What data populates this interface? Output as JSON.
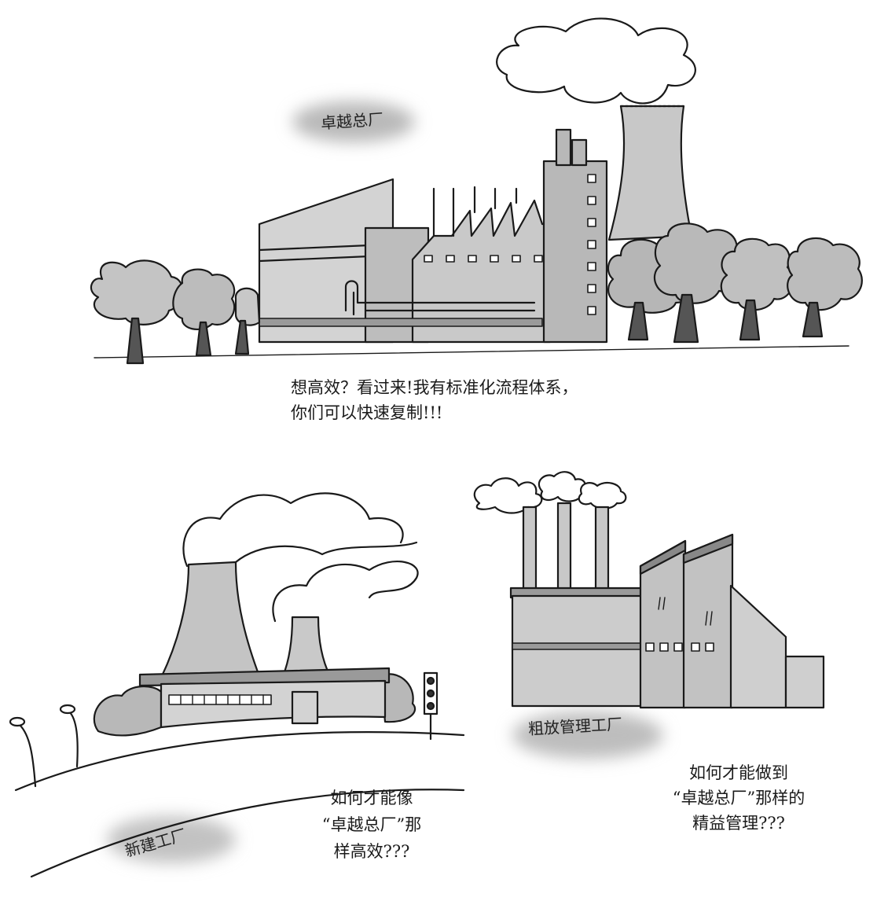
{
  "labels": {
    "main_factory": "卓越总厂",
    "new_factory": "新建工厂",
    "rough_factory": "粗放管理工厂"
  },
  "captions": {
    "main_line1": "想高效？看过来!我有标准化流程体系，",
    "main_line2": "你们可以快速复制!!!",
    "new_line1": "如何才能像",
    "new_line2": "“卓越总厂”那",
    "new_line3": "样高效???",
    "rough_line1": "如何才能做到",
    "rough_line2": "“卓越总厂”那样的",
    "rough_line3": "精益管理???"
  }
}
